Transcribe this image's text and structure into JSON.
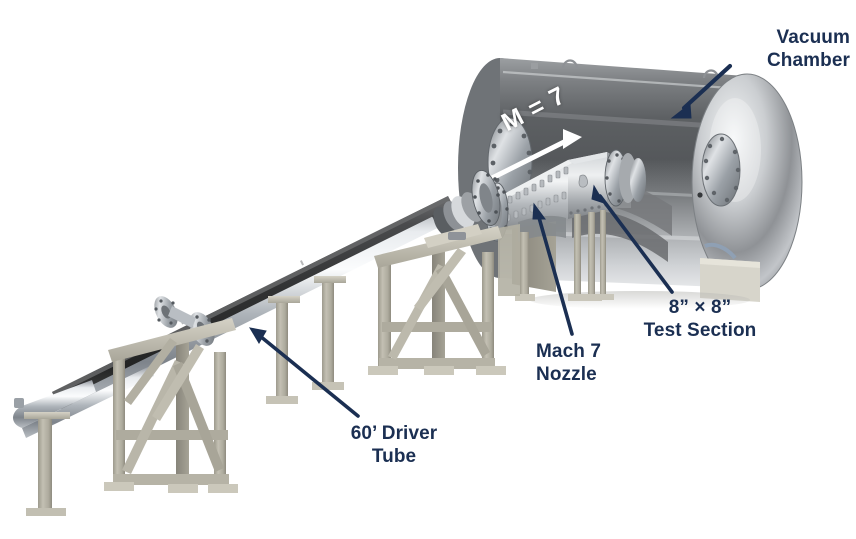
{
  "figure": {
    "title": "Hypersonic wind tunnel facility cutaway rendering",
    "background_color": "#ffffff",
    "label_color": "#1b2f52",
    "flow_label_color": "#ffffff",
    "structure_color": "#b4b1a4",
    "steel_color": "#c9ccd0",
    "driver_tube_color": "#3a3a3a"
  },
  "callouts": {
    "vacuum_chamber": "Vacuum\nChamber",
    "test_section": "8” × 8”\nTest Section",
    "mach_nozzle": "Mach 7\nNozzle",
    "driver_tube": "60’ Driver\nTube"
  },
  "flow_annotation": {
    "mach_label": "M = 7"
  },
  "components": [
    {
      "name": "vacuum-chamber",
      "label": "Vacuum Chamber"
    },
    {
      "name": "test-section",
      "label": "8” × 8” Test Section"
    },
    {
      "name": "mach-7-nozzle",
      "label": "Mach 7 Nozzle"
    },
    {
      "name": "driver-tube",
      "label": "60’ Driver Tube"
    }
  ]
}
